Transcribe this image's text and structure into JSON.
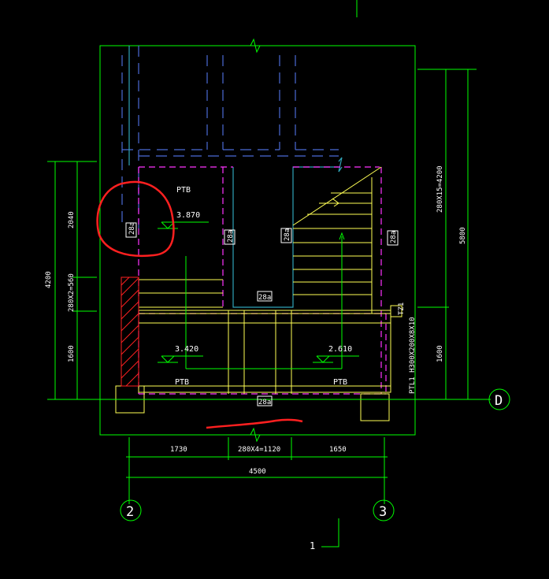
{
  "colors": {
    "background": "#000000",
    "green": "#00ff00",
    "white": "#ffffff",
    "yellow": "#ffff55",
    "magenta": "#ff33ff",
    "cyan": "#2fa4b8",
    "blue": "#4b6bd6",
    "red": "#ff2020"
  },
  "labels": {
    "ptb_top": "PTB",
    "ptb_left": "PTB",
    "ptb_right": "PTB",
    "level_top": "3.870",
    "level_left": "3.420",
    "level_right": "2.610",
    "wall_tag_1": "28a",
    "wall_tag_2": "28a",
    "wall_tag_3": "28a",
    "wall_tag_4": "28a",
    "wall_tag_5": "28a",
    "wall_tag_6": "28a",
    "beam_label": "PTL1 H300X200X8X10",
    "beam_tag": "TZ1"
  },
  "dimensions": {
    "left_total": "4200",
    "left_upper": "2040",
    "left_middle": "280X2=560",
    "left_lower": "1600",
    "right_total": "5800",
    "right_upper": "280X15=4200",
    "right_lower": "1600",
    "bottom_left": "1730",
    "bottom_middle": "280X4=1120",
    "bottom_right": "1650",
    "bottom_total": "4500"
  },
  "axes": {
    "axis_2": "2",
    "axis_3": "3",
    "axis_d": "D",
    "section_mark": "1"
  }
}
